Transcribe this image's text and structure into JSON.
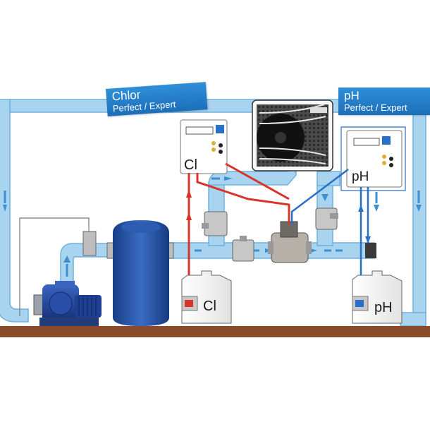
{
  "labels": {
    "chlor_banner_title": "Chlor",
    "chlor_banner_sub": "Perfect / Expert",
    "ph_banner_title": "pH",
    "ph_banner_sub": "Perfect / Expert",
    "chlor_controller_label": "Cl",
    "ph_controller_label": "pH",
    "chlor_canister_label": "Cl",
    "ph_canister_label": "pH"
  },
  "colors": {
    "pipe": "#a8d4ef",
    "pipe_edge": "#6fb2dd",
    "flow_arrow": "#3d8fd0",
    "chlor_line": "#d9342b",
    "ph_line": "#2a6fc7",
    "ground": "#8b4a2a",
    "pump_body": "#1d3f95",
    "filter_body": "#1f4f9f",
    "banner": "#2584d0"
  },
  "icons": [
    "pump-icon",
    "sand-filter-icon",
    "heat-pump-icon",
    "valve-icon",
    "canister-icon",
    "controller-icon"
  ]
}
